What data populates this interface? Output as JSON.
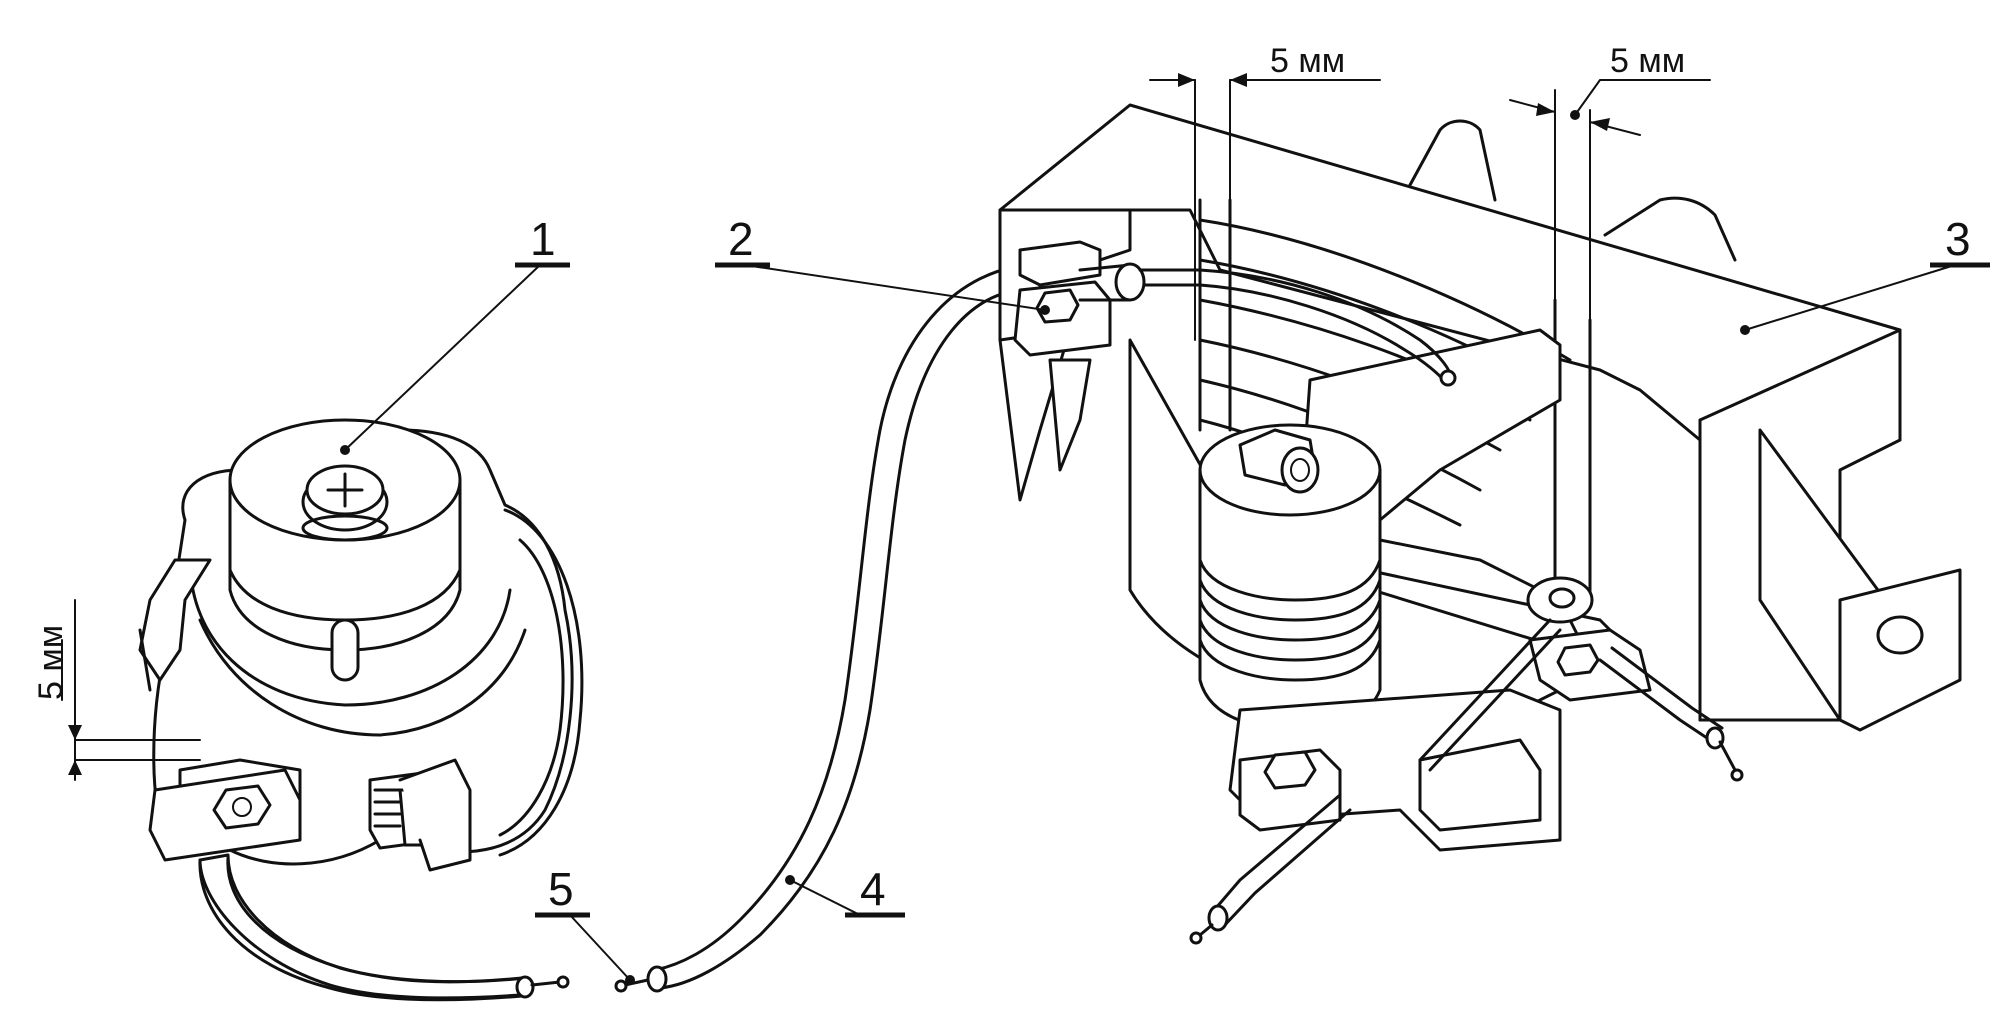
{
  "callouts": {
    "c1": "1",
    "c2": "2",
    "c3": "3",
    "c4": "4",
    "c5": "5"
  },
  "dimensions": {
    "top_gap_1": "5 мм",
    "top_gap_2": "5 мм",
    "side_gap": "5 мм"
  },
  "colors": {
    "line": "#111111",
    "background": "#ffffff"
  }
}
